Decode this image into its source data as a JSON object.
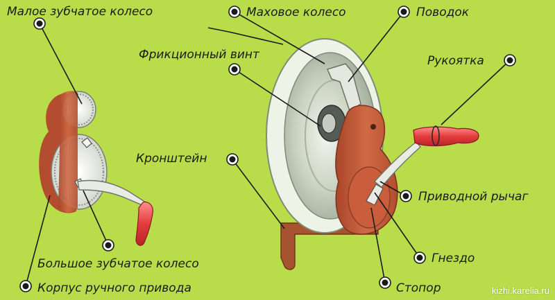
{
  "labels": {
    "small_gear": "Малое зубчатое колесо",
    "flywheel": "Маховое колесо",
    "driver": "Поводок",
    "friction_screw": "Фрикционный винт",
    "handle": "Рукоятка",
    "bracket": "Кронштейн",
    "drive_lever": "Приводной рычаг",
    "large_gear": "Большое зубчатое колесо",
    "socket": "Гнездо",
    "housing": "Корпус ручного привода",
    "stopper": "Стопор"
  },
  "credit": "kizhi.karelia.ru",
  "colors": {
    "background": "#b9dd4a",
    "housing_red": "#c85a3a",
    "flywheel_rim": "#eef3e8",
    "flywheel_disc": "#cfd7c6",
    "handle_red": "#d93b3a",
    "bracket_brown": "#a8532f"
  }
}
